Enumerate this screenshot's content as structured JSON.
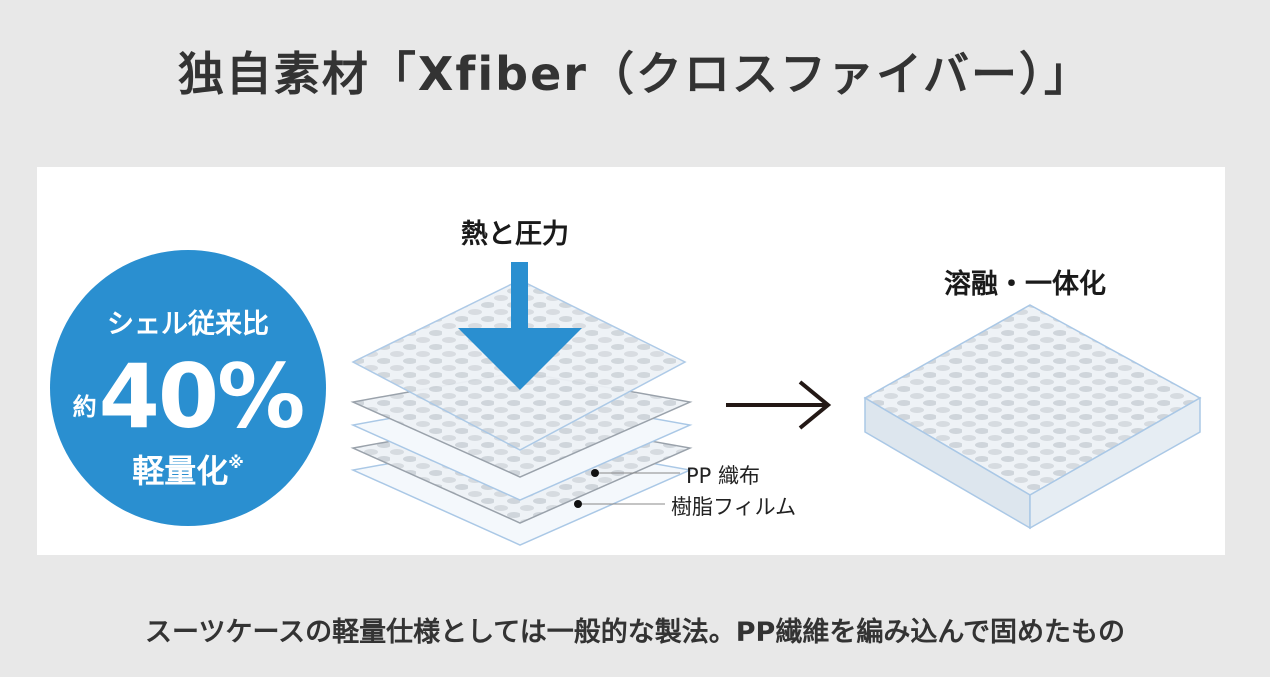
{
  "title": "独自素材「Xfiber（クロスファイバー）」",
  "badge": {
    "top": "シェル従来比",
    "prefix": "約",
    "value": "40%",
    "bottom": "軽量化",
    "note": "※"
  },
  "labels": {
    "heat_pressure": "熱と圧力",
    "fused": "溶融・一体化",
    "legend_pp": "PP 織布",
    "legend_film": "樹脂フィルム"
  },
  "footer": "スーツケースの軽量仕様としては一般的な製法。PP繊維を編み込んで固めたもの",
  "colors": {
    "background": "#e8e8e8",
    "panel": "#ffffff",
    "accent_blue": "#2a8fd0",
    "arrow_blue": "#2a8fd0"
  },
  "icons": [
    "down-arrow-icon",
    "right-arrow-icon"
  ]
}
